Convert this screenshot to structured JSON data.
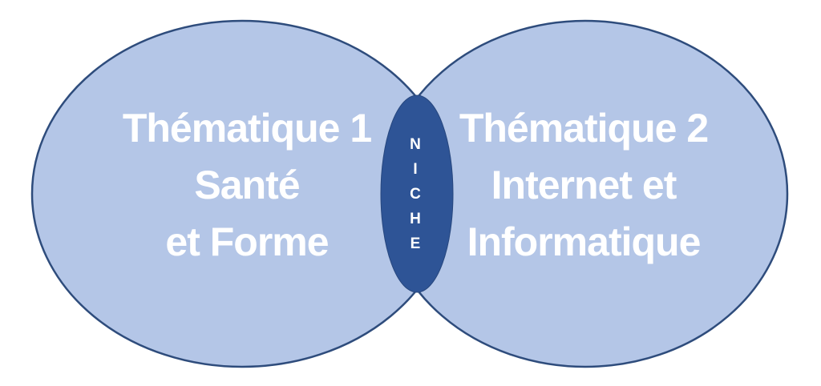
{
  "diagram": {
    "left_circle": {
      "lines": [
        "Thématique 1",
        "Santé",
        "et Forme"
      ]
    },
    "right_circle": {
      "lines": [
        "Thématique 2",
        "Internet et",
        "Informatique"
      ]
    },
    "niche": {
      "word": "NICHE",
      "letters": [
        "N",
        "I",
        "C",
        "H",
        "E"
      ]
    },
    "colors": {
      "circle_fill": "#b4c6e7",
      "circle_stroke": "#2e4c7c",
      "niche_fill": "#2e5496",
      "label_text": "#ffffff",
      "background": "#ffffff"
    }
  }
}
